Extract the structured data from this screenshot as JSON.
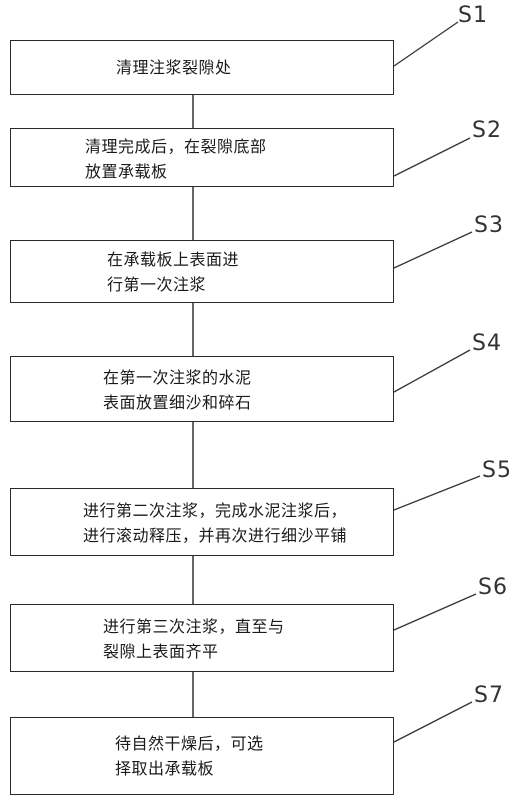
{
  "steps": [
    {
      "label": "S1",
      "lines": [
        "清理注浆裂隙处"
      ]
    },
    {
      "label": "S2",
      "lines": [
        "清理完成后，在裂隙底部",
        "放置承载板"
      ]
    },
    {
      "label": "S3",
      "lines": [
        "在承载板上表面进",
        "行第一次注浆"
      ]
    },
    {
      "label": "S4",
      "lines": [
        "在第一次注浆的水泥",
        "表面放置细沙和碎石"
      ]
    },
    {
      "label": "S5",
      "lines": [
        "进行第二次注浆，完成水泥注浆后，",
        "进行滚动释压，并再次进行细沙平铺"
      ]
    },
    {
      "label": "S6",
      "lines": [
        "进行第三次注浆，直至与",
        "裂隙上表面齐平"
      ]
    },
    {
      "label": "S7",
      "lines": [
        "待自然干燥后，可选",
        "择取出承载板"
      ]
    }
  ]
}
